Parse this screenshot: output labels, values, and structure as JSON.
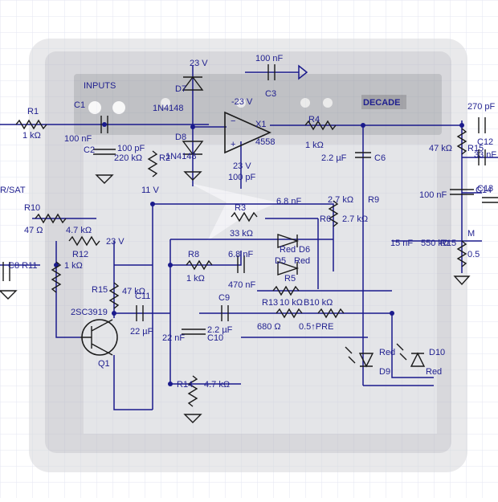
{
  "diagram": {
    "amp_panel": {
      "brand": "DECADE",
      "input_label": "INPUTS"
    },
    "labels": [
      {
        "id": "v23-top",
        "text": "23 V"
      },
      {
        "id": "c100n-top",
        "text": "100 nF"
      },
      {
        "id": "c3",
        "text": "C3"
      },
      {
        "id": "d7",
        "text": "D7"
      },
      {
        "id": "d7-part",
        "text": "1N4148"
      },
      {
        "id": "d8",
        "text": "D8"
      },
      {
        "id": "d8-part",
        "text": "1N4148"
      },
      {
        "id": "r1",
        "text": "R1"
      },
      {
        "id": "r1-val",
        "text": "1 kΩ"
      },
      {
        "id": "c1",
        "text": "C1"
      },
      {
        "id": "c1-val",
        "text": "100 nF"
      },
      {
        "id": "c2",
        "text": "C2"
      },
      {
        "id": "c2-val",
        "text": "100 pF"
      },
      {
        "id": "r2-val",
        "text": "220 kΩ"
      },
      {
        "id": "r2",
        "text": "R2"
      },
      {
        "id": "neg23",
        "text": "-23 V"
      },
      {
        "id": "x1",
        "text": "X1"
      },
      {
        "id": "x1-part",
        "text": "4558"
      },
      {
        "id": "r4",
        "text": "R4"
      },
      {
        "id": "r4-val",
        "text": "1 kΩ"
      },
      {
        "id": "c6-val",
        "text": "2.2 µF"
      },
      {
        "id": "c6",
        "text": "C6"
      },
      {
        "id": "c270p",
        "text": "270 pF"
      },
      {
        "id": "r15-val",
        "text": "47 kΩ"
      },
      {
        "id": "r15-right",
        "text": "R15"
      },
      {
        "id": "c12",
        "text": "C12"
      },
      {
        "id": "c12-val",
        "text": "33 nF"
      },
      {
        "id": "v23-mid",
        "text": "23 V"
      },
      {
        "id": "c100p",
        "text": "100 pF"
      },
      {
        "id": "v11",
        "text": "11 V"
      },
      {
        "id": "rsat",
        "text": "R/SAT"
      },
      {
        "id": "r10",
        "text": "R10"
      },
      {
        "id": "r10-val",
        "text": "47 Ω"
      },
      {
        "id": "c6n8a",
        "text": "6.8 nF"
      },
      {
        "id": "r9-val",
        "text": "2.7 kΩ"
      },
      {
        "id": "r9",
        "text": "R9"
      },
      {
        "id": "r6",
        "text": "R6"
      },
      {
        "id": "r6-val",
        "text": "2.7 kΩ"
      },
      {
        "id": "c14-val",
        "text": "100 nF"
      },
      {
        "id": "c14",
        "text": "C14"
      },
      {
        "id": "c13",
        "text": "C13"
      },
      {
        "id": "r3",
        "text": "R3"
      },
      {
        "id": "r3-val",
        "text": "33 kΩ"
      },
      {
        "id": "r12-val",
        "text": "4.7 kΩ"
      },
      {
        "id": "v23-left",
        "text": "23 V"
      },
      {
        "id": "r12",
        "text": "R12"
      },
      {
        "id": "r11-val",
        "text": "1 kΩ"
      },
      {
        "id": "c8r11",
        "text": "C8 R11"
      },
      {
        "id": "d5-red",
        "text": "Red"
      },
      {
        "id": "d6",
        "text": "D6"
      },
      {
        "id": "c6n8b",
        "text": "6.8 nF"
      },
      {
        "id": "r8",
        "text": "R8"
      },
      {
        "id": "d5",
        "text": "D5"
      },
      {
        "id": "d6-red",
        "text": "Red"
      },
      {
        "id": "m",
        "text": "M"
      },
      {
        "id": "c15",
        "text": "15 nF"
      },
      {
        "id": "c550",
        "text": "550 kΩ"
      },
      {
        "id": "r15b",
        "text": "R15"
      },
      {
        "id": "pot05",
        "text": "0.5"
      },
      {
        "id": "r8-val",
        "text": "1 kΩ"
      },
      {
        "id": "c470n",
        "text": "470 nF"
      },
      {
        "id": "r5",
        "text": "R5"
      },
      {
        "id": "r15-left",
        "text": "R15"
      },
      {
        "id": "r15l-val",
        "text": "47 kΩ"
      },
      {
        "id": "c11",
        "text": "C11"
      },
      {
        "id": "c9",
        "text": "C9"
      },
      {
        "id": "r13",
        "text": "R13"
      },
      {
        "id": "r13-val",
        "text": "10 kΩ"
      },
      {
        "id": "b10",
        "text": "B10 kΩ"
      },
      {
        "id": "q1-part",
        "text": "2SC3919"
      },
      {
        "id": "r680",
        "text": "680 Ω"
      },
      {
        "id": "pre",
        "text": "0.5↑PRE"
      },
      {
        "id": "c22u",
        "text": "22 µF"
      },
      {
        "id": "c22n",
        "text": "22 nF"
      },
      {
        "id": "c10-val",
        "text": "2.2 µF"
      },
      {
        "id": "c10",
        "text": "C10"
      },
      {
        "id": "d10-red",
        "text": "Red"
      },
      {
        "id": "d10",
        "text": "D10"
      },
      {
        "id": "q1",
        "text": "Q1"
      },
      {
        "id": "d9",
        "text": "D9"
      },
      {
        "id": "d9-red",
        "text": "Red"
      },
      {
        "id": "r14",
        "text": "R14"
      },
      {
        "id": "r14-val",
        "text": "4.7 kΩ"
      }
    ]
  }
}
